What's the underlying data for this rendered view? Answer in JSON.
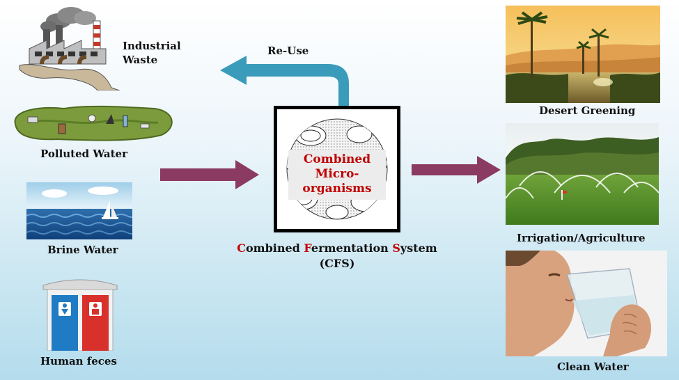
{
  "inputs": [
    {
      "label": "Industrial\nWaste",
      "icon": "factory-icon"
    },
    {
      "label": "Polluted Water",
      "icon": "polluted-water-icon"
    },
    {
      "label": "Brine Water",
      "icon": "sea-icon"
    },
    {
      "label": "Human feces",
      "icon": "toilet-icon"
    }
  ],
  "center": {
    "box_text_line1": "Combined",
    "box_text_line2": "Micro-",
    "box_text_line3": "organisms",
    "system_name_parts": [
      {
        "initial": "C",
        "rest": "ombined "
      },
      {
        "initial": "F",
        "rest": "ermentation "
      },
      {
        "initial": "S",
        "rest": "ystem"
      }
    ],
    "system_abbrev": "(CFS)",
    "reuse_label": "Re-Use"
  },
  "outputs": [
    {
      "label": "Desert Greening",
      "icon": "desert-oasis-icon"
    },
    {
      "label": "Irrigation/Agriculture",
      "icon": "sprinkler-field-icon"
    },
    {
      "label": "Clean Water",
      "icon": "drinking-water-icon"
    }
  ],
  "colors": {
    "flow_arrow": "#8b3a62",
    "reuse_arrow": "#3a9cba",
    "accent_red": "#c00000"
  }
}
